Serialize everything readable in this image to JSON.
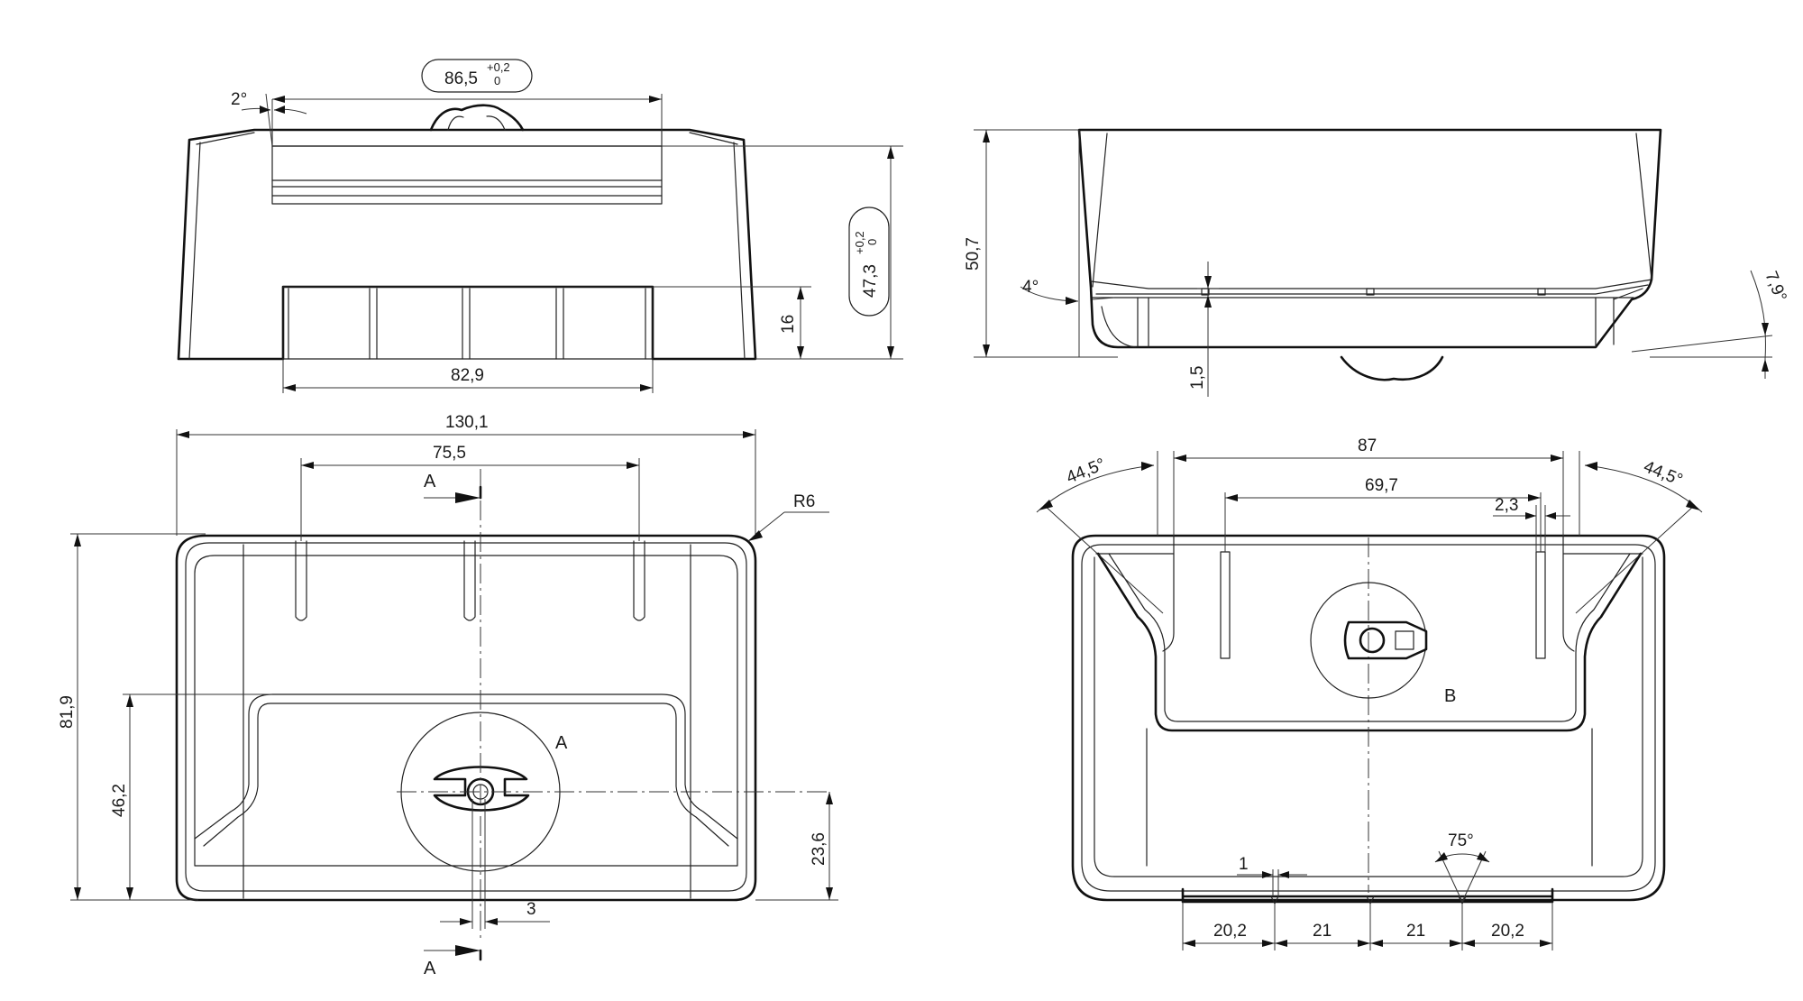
{
  "drawing": {
    "front_view": {
      "angle_draft": "2°",
      "dim_top_width": "86,5",
      "dim_top_width_tol_upper": "+0,2",
      "dim_top_width_tol_lower": "0",
      "dim_height": "47,3",
      "dim_height_tol_upper": "+0,2",
      "dim_height_tol_lower": "0",
      "dim_lip_height": "16",
      "dim_bottom_width": "82,9"
    },
    "side_view": {
      "dim_total_height": "50,7",
      "angle_left": "4°",
      "angle_right": "7,9°",
      "dim_step": "1,5"
    },
    "top_view": {
      "dim_total_width": "130,1",
      "dim_rib_spacing": "75,5",
      "radius": "R6",
      "dim_depth": "81,9",
      "dim_inner_depth": "46,2",
      "dim_center_offset": "23,6",
      "dim_slot": "3",
      "section_top": "A",
      "section_bottom": "A",
      "detail_label": "A"
    },
    "bottom_view": {
      "angle_left": "44,5°",
      "angle_right": "44,5°",
      "dim_outer": "87",
      "dim_inner": "69,7",
      "dim_rib": "2,3",
      "detail_label": "B",
      "dim_groove": "1",
      "angle_notch": "75°",
      "dim_seg_1": "20,2",
      "dim_seg_2": "21",
      "dim_seg_3": "21",
      "dim_seg_4": "20,2"
    }
  }
}
